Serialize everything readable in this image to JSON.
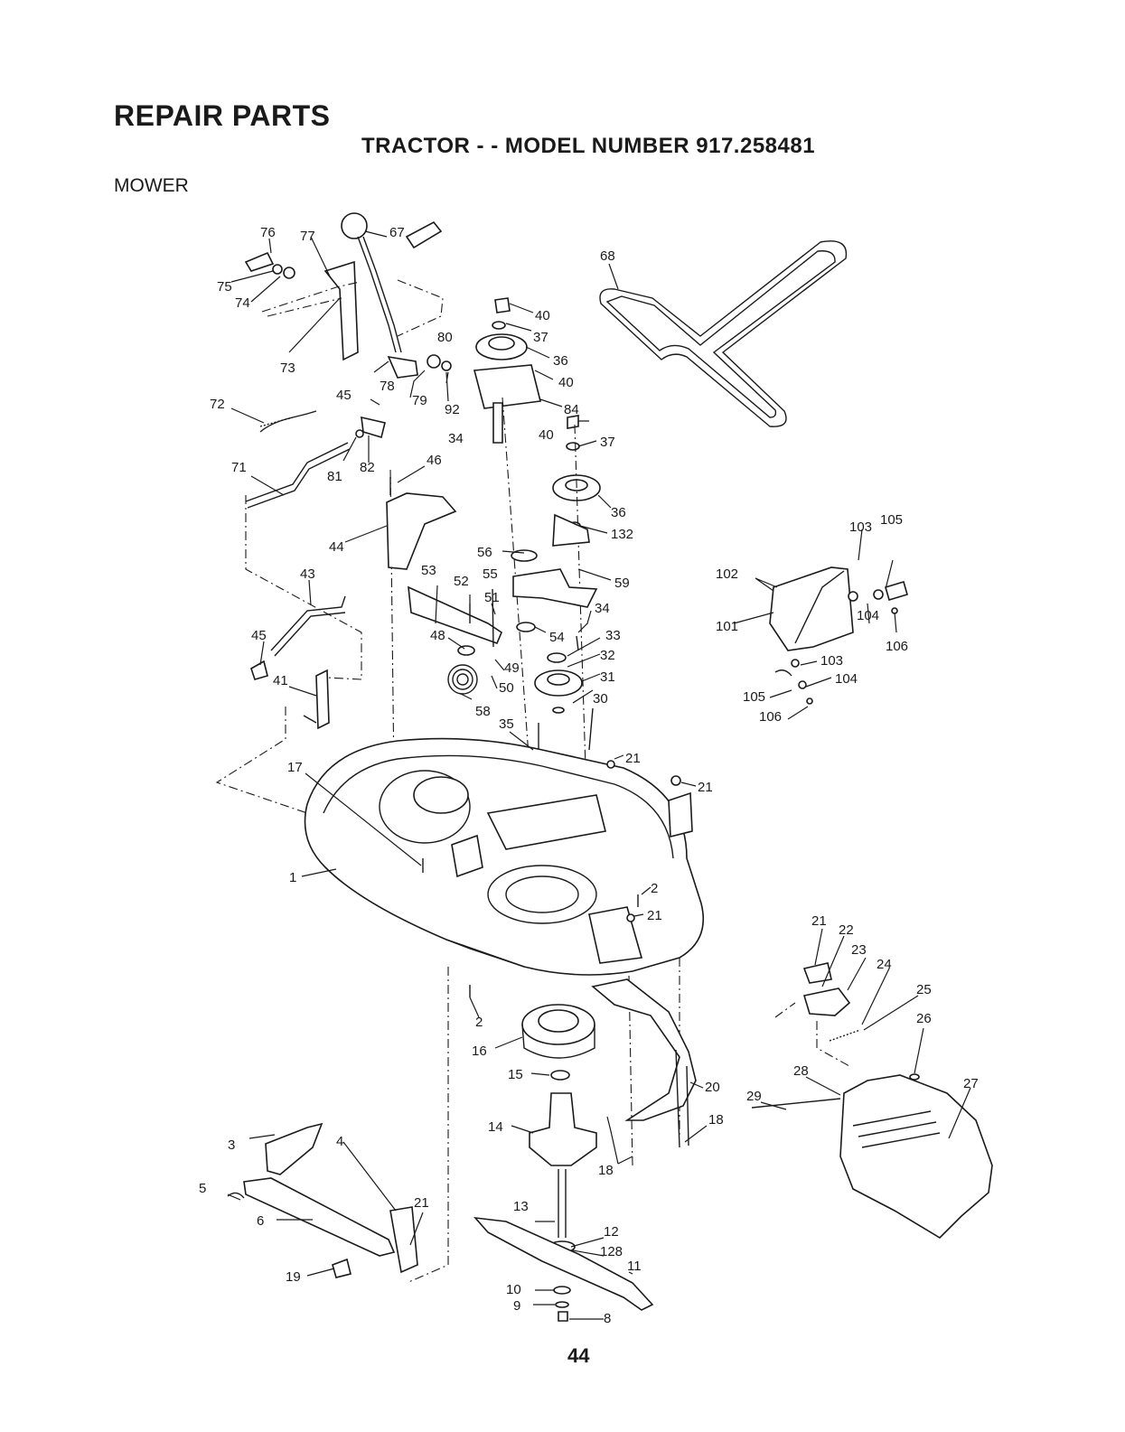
{
  "header": {
    "title": "REPAIR PARTS",
    "subtitle": "TRACTOR - - MODEL NUMBER 917.258481",
    "section": "MOWER"
  },
  "page_number": "44",
  "callouts": {
    "c1": "1",
    "c2a": "2",
    "c2b": "2",
    "c3": "3",
    "c4": "4",
    "c5": "5",
    "c6": "6",
    "c8": "8",
    "c9": "9",
    "c10": "10",
    "c11": "11",
    "c12": "12",
    "c13": "13",
    "c14": "14",
    "c15": "15",
    "c16": "16",
    "c17": "17",
    "c18a": "18",
    "c18b": "18",
    "c19": "19",
    "c20": "20",
    "c21a": "21",
    "c21b": "21",
    "c21c": "21",
    "c21d": "21",
    "c21e": "21",
    "c22": "22",
    "c23": "23",
    "c24": "24",
    "c25": "25",
    "c26": "26",
    "c27": "27",
    "c28": "28",
    "c29": "29",
    "c30": "30",
    "c31": "31",
    "c32": "32",
    "c33": "33",
    "c34a": "34",
    "c34b": "34",
    "c35": "35",
    "c36a": "36",
    "c36b": "36",
    "c37a": "37",
    "c37b": "37",
    "c40a": "40",
    "c40b": "40",
    "c40c": "40",
    "c41": "41",
    "c43": "43",
    "c44": "44",
    "c45a": "45",
    "c45b": "45",
    "c46": "46",
    "c48": "48",
    "c49": "49",
    "c50": "50",
    "c51": "51",
    "c52": "52",
    "c53": "53",
    "c54": "54",
    "c55": "55",
    "c56": "56",
    "c58": "58",
    "c59": "59",
    "c67": "67",
    "c68": "68",
    "c71": "71",
    "c72": "72",
    "c73": "73",
    "c74": "74",
    "c75": "75",
    "c76": "76",
    "c77": "77",
    "c78": "78",
    "c79": "79",
    "c80": "80",
    "c81": "81",
    "c82": "82",
    "c84": "84",
    "c92": "92",
    "c101": "101",
    "c102": "102",
    "c103a": "103",
    "c103b": "103",
    "c104a": "104",
    "c104b": "104",
    "c105a": "105",
    "c105b": "105",
    "c106a": "106",
    "c106b": "106",
    "c128": "128",
    "c132": "132"
  }
}
